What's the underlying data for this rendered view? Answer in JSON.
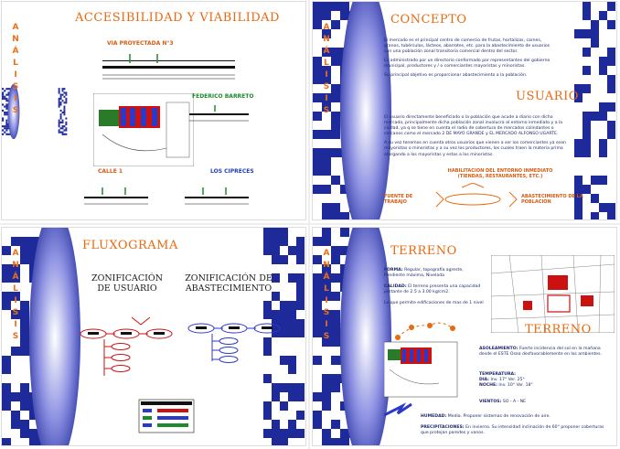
{
  "side_letters": [
    "A",
    "N",
    "Á",
    "L",
    "I",
    "S",
    "I",
    "S"
  ],
  "panel1": {
    "title": "ACCESIBILIDAD Y VIABILIDAD",
    "labels": {
      "via_proyectada": "VIA PROYECTADA N°3",
      "federico_barreto": "FEDERICO BARRETO",
      "calle1": "CALLE 1",
      "los_cipreces": "LOS CIPRECES"
    }
  },
  "panel2": {
    "title": "CONCEPTO",
    "concepto_paragraphs": [
      "El mercado es el principal centro de comercio de frutas, hortalizas, carnes, granos, tubérculos, lácteos, abarrotes, etc. para la abastecimiento de usuarios con una población zonal transitoria comercial dentro del sector.",
      "Es administrado por un directorio conformado por representantes del gobierno municipal, productores y / o comerciantes mayoristas y minoristas.",
      "Su principal objetivo es proporcionar abastecimiento a la población."
    ],
    "usuario_title": "USUARIO",
    "usuario_paragraphs": [
      "El usuario directamente beneficiado o la población que acude a diario con dicho mercado, principalmente dicha población zonal involucra al entorno inmediato y a la ciudad, ya q se tiene en cuenta el radio de cobertura de mercados colindantes o cercanos como el mercado 2 DE MAYO GRANDE y EL MERCADO ALFONSO UGARTE.",
      "A su vez tenemos en cuenta otros usuarios que vienen a ser los comerciantes ya sean mayoristas o minoristas y a su vez los productores, los cuales traen la materia prima otorgando a los mayoristas y estos a los minoristas."
    ],
    "diagram": {
      "top": "HABILITACION DEL ENTORNO INMEDIATO (TIENDAS, RESTAURANTES, ETC.)",
      "left": "FUENTE DE TRABAJO",
      "right": "ABASTECIMIENTO DE LA POBLACION"
    }
  },
  "panel3": {
    "title": "FLUXOGRAMA",
    "zone_left": "ZONIFICACIÓN DE USUARIO",
    "zone_right": "ZONIFICACIÓN DE ABASTECIMIENTO"
  },
  "panel4": {
    "title1": "TERRENO",
    "title2": "TERRENO",
    "forma_label": "FORMA:",
    "forma_text": "Regular, topografía agreste, Pendiente máxima, Nivelada",
    "calidad_label": "CALIDAD:",
    "calidad_text": "El terreno presenta una capacidad portante de 2.5 a 3.00 kg/cm2.",
    "extra_text": "Lo que permite edificaciones de mas de 1 nivel",
    "asoleamiento_label": "ASOLEAMIENTO:",
    "asoleamiento_text": "Fuerte incidencia del sol en la mañana desde el ESTE Osea desfavorablemente en los ambientes.",
    "temperatura_label": "TEMPERATURA:",
    "dia_label": "DIA:",
    "dia_values": "Inv. 17°     Ver. 25°",
    "noche_label": "NOCHE:",
    "noche_values": "Inv. 10°     Ver. 18°",
    "vientos_label": "VIENTOS:",
    "vientos_value": "SO - A - NE",
    "humedad_label": "HUMEDAD:",
    "humedad_text": "Media. Proponer sistemas de renovación de aire.",
    "precip_label": "PRECIPITACIONES:",
    "precip_text": "En invierno. Su intensidad inclinación de 60° proponer coberturas que protejan paredes y vanos."
  },
  "colors": {
    "accent": "#e86a10",
    "navy": "#1d2a6b",
    "blue": "#2b39c9",
    "red": "#cc1111",
    "green": "#1d8a2b"
  }
}
